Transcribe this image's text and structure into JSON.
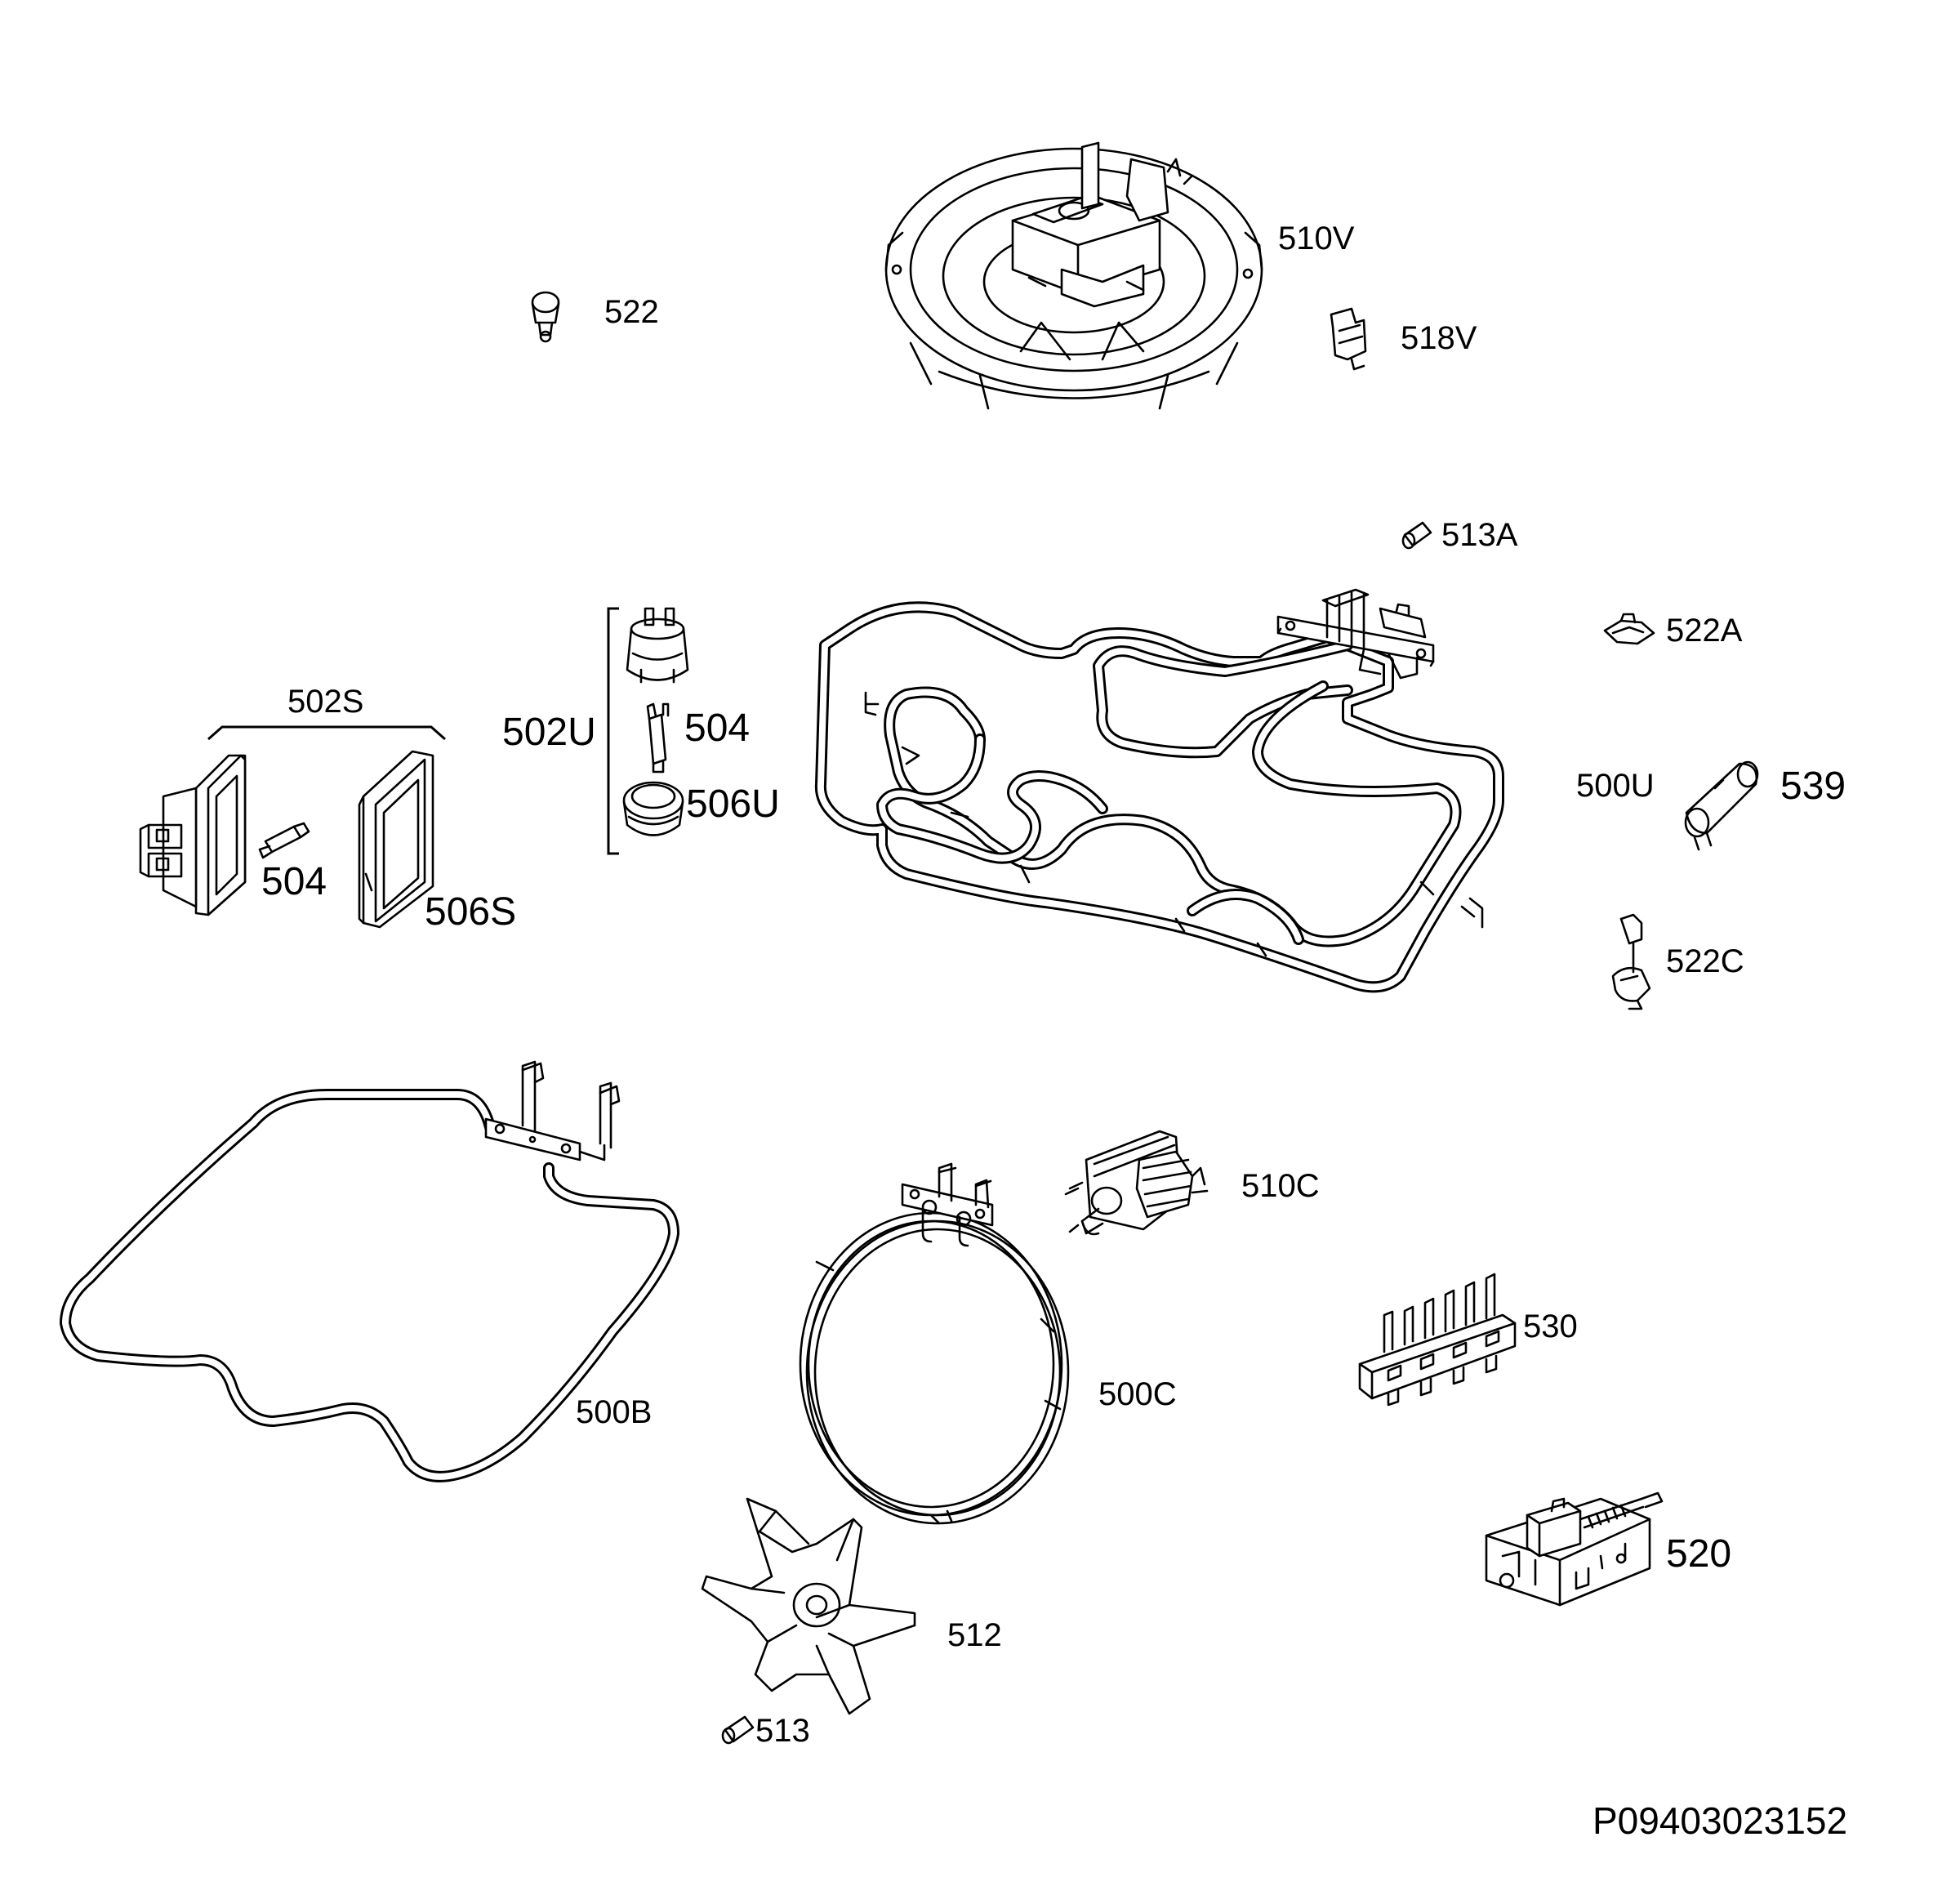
{
  "labels": {
    "p510V": "510V",
    "p522": "522",
    "p518V": "518V",
    "p513A": "513A",
    "p522A": "522A",
    "p502S": "502S",
    "p502U": "502U",
    "p504_top": "504",
    "p506U": "506U",
    "p504_left": "504",
    "p506S": "506S",
    "p500U": "500U",
    "p539": "539",
    "p522C": "522C",
    "p510C": "510C",
    "p530": "530",
    "p500B": "500B",
    "p500C": "500C",
    "p520": "520",
    "p512": "512",
    "p513": "513"
  },
  "drawing_code": "P09403023152",
  "icons": {
    "fan_motor": "fan-motor-assembly-icon",
    "clip": "clip-icon",
    "thermostat_bracket": "bracket-icon",
    "fuse": "fuse-icon",
    "connector": "connector-icon",
    "lamp_holder_square": "lamp-holder-square-icon",
    "lamp_holder_round": "lamp-holder-round-icon",
    "grill_element": "grill-heating-element-icon",
    "insulation_sleeve": "sleeve-icon",
    "bottom_element": "bottom-heating-element-icon",
    "ring_element": "ring-heating-element-icon",
    "motor": "motor-icon",
    "terminal_block": "terminal-block-icon",
    "door_switch": "switch-icon",
    "fan_blade": "fan-blade-icon"
  },
  "colors": {
    "line": "#000000",
    "background": "#ffffff"
  }
}
